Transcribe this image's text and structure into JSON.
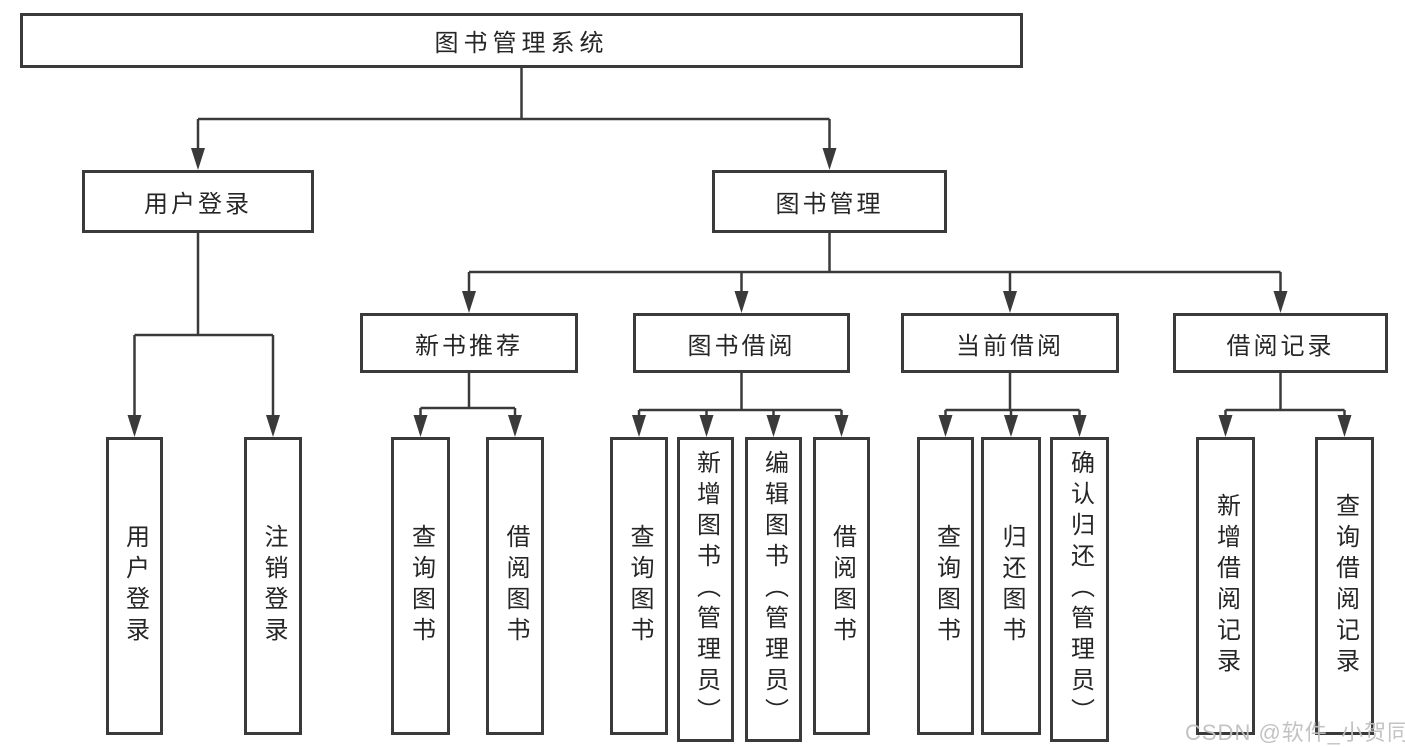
{
  "tree": {
    "label": "图书管理系统",
    "children": [
      {
        "label": "用户登录",
        "children": [
          {
            "label": "用户登录"
          },
          {
            "label": "注销登录"
          }
        ]
      },
      {
        "label": "图书管理",
        "children": [
          {
            "label": "新书推荐",
            "children": [
              {
                "label": "查询图书"
              },
              {
                "label": "借阅图书"
              }
            ]
          },
          {
            "label": "图书借阅",
            "children": [
              {
                "label": "查询图书"
              },
              {
                "label": "新增图书（管理员）"
              },
              {
                "label": "编辑图书（管理员）"
              },
              {
                "label": "借阅图书"
              }
            ]
          },
          {
            "label": "当前借阅",
            "children": [
              {
                "label": "查询图书"
              },
              {
                "label": "归还图书"
              },
              {
                "label": "确认归还（管理员）"
              }
            ]
          },
          {
            "label": "借阅记录",
            "children": [
              {
                "label": "新增借阅记录"
              },
              {
                "label": "查询借阅记录"
              }
            ]
          }
        ]
      }
    ]
  },
  "watermark": {
    "text": "CSDN @软件_小贺同学"
  },
  "colors": {
    "line": "#3a3a3a",
    "text": "#262626",
    "background": "#ffffff",
    "watermark": "#c0c0c0"
  }
}
